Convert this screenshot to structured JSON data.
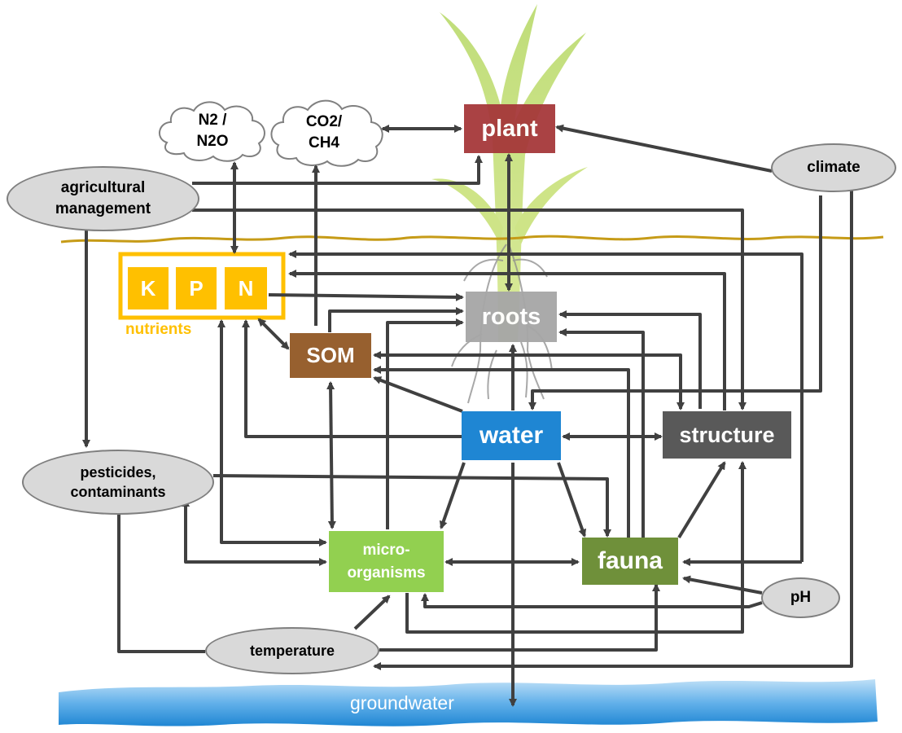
{
  "colors": {
    "plant": "#a6383a",
    "roots": "#a6a6a6",
    "som": "#97602f",
    "water": "#1f86d3",
    "structure": "#595959",
    "microorganisms": "#92d050",
    "fauna": "#6f903a",
    "nutrients": "#ffc000",
    "arrow": "#404040",
    "soil_surface": "#c69b17",
    "groundwater": "#2f8fd8"
  },
  "nodes": {
    "plant": "plant",
    "roots": "roots",
    "som": "SOM",
    "water": "water",
    "structure": "structure",
    "microorganisms": "micro-\norganisms",
    "fauna": "fauna",
    "climate": "climate",
    "agricultural_management": "agricultural\nmanagement",
    "pesticides": "pesticides,\ncontaminants",
    "temperature": "temperature",
    "ph": "pH",
    "groundwater": "groundwater",
    "n2_n2o": "N2 /\nN2O",
    "co2_ch4": "CO2/\nCH4"
  },
  "nutrients": {
    "items": [
      "K",
      "P",
      "N"
    ],
    "label": "nutrients"
  }
}
